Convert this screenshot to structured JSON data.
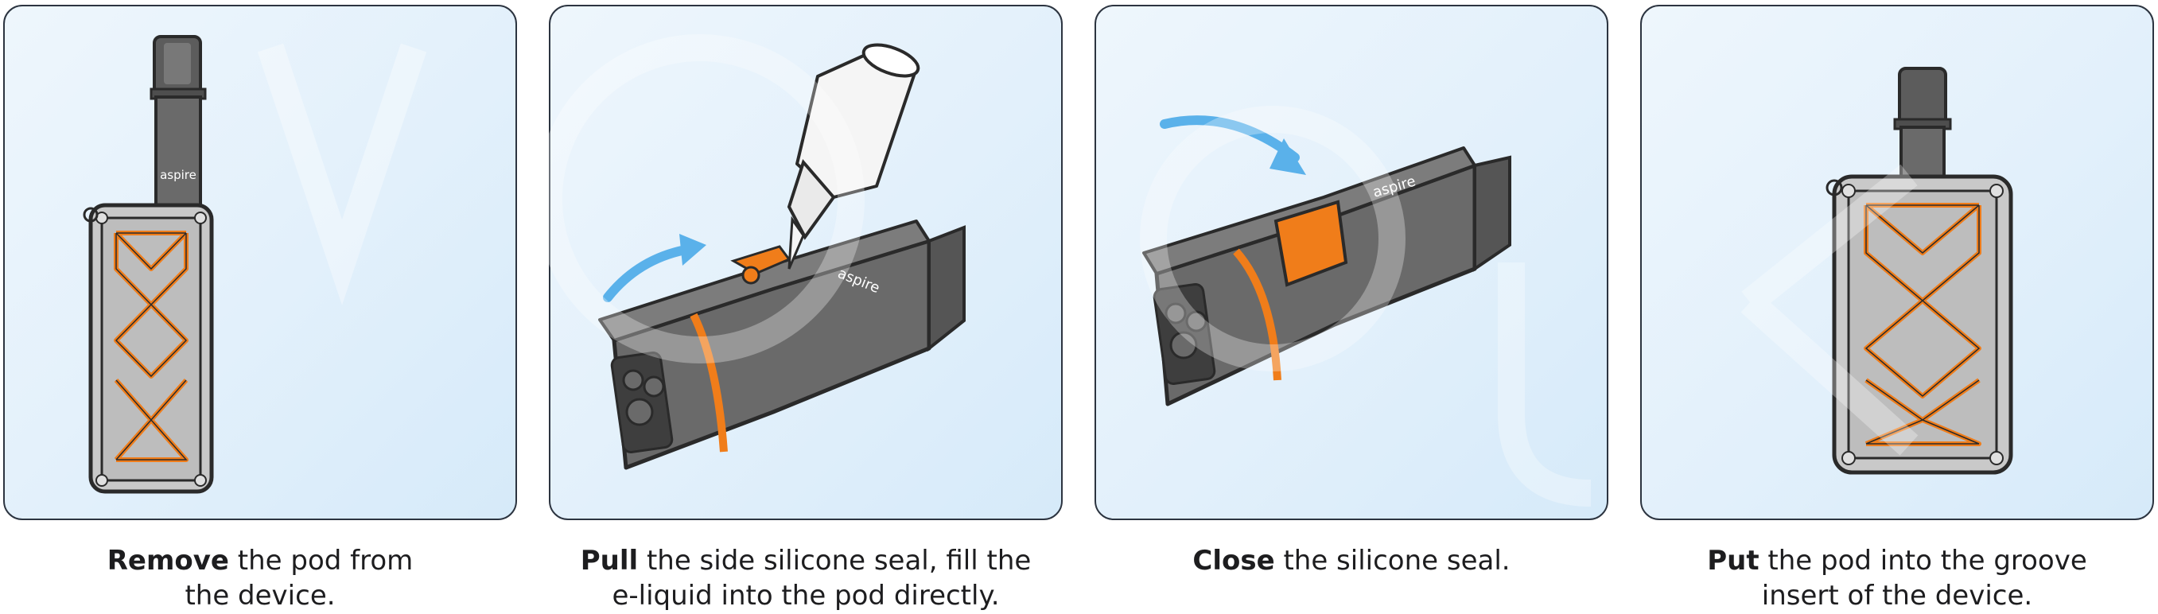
{
  "steps": [
    {
      "bold": "Remove",
      "line1": " the pod from",
      "line2": "the device.",
      "pod_brand": "aspire"
    },
    {
      "bold": "Pull",
      "line1": " the side silicone seal, fill the",
      "line2": "e-liquid into the pod directly.",
      "pod_brand": "aspire"
    },
    {
      "bold": "Close",
      "line1": " the silicone seal.",
      "line2": "",
      "pod_brand": "aspire"
    },
    {
      "bold": "Put",
      "line1": " the pod into the groove",
      "line2": "insert of the device.",
      "pod_brand": ""
    }
  ],
  "colors": {
    "orange": "#f07d1a",
    "frame": "#cfcfcf",
    "pod": "#6a6a6a",
    "arrow": "#5ab1ea",
    "border": "#2c3440"
  }
}
